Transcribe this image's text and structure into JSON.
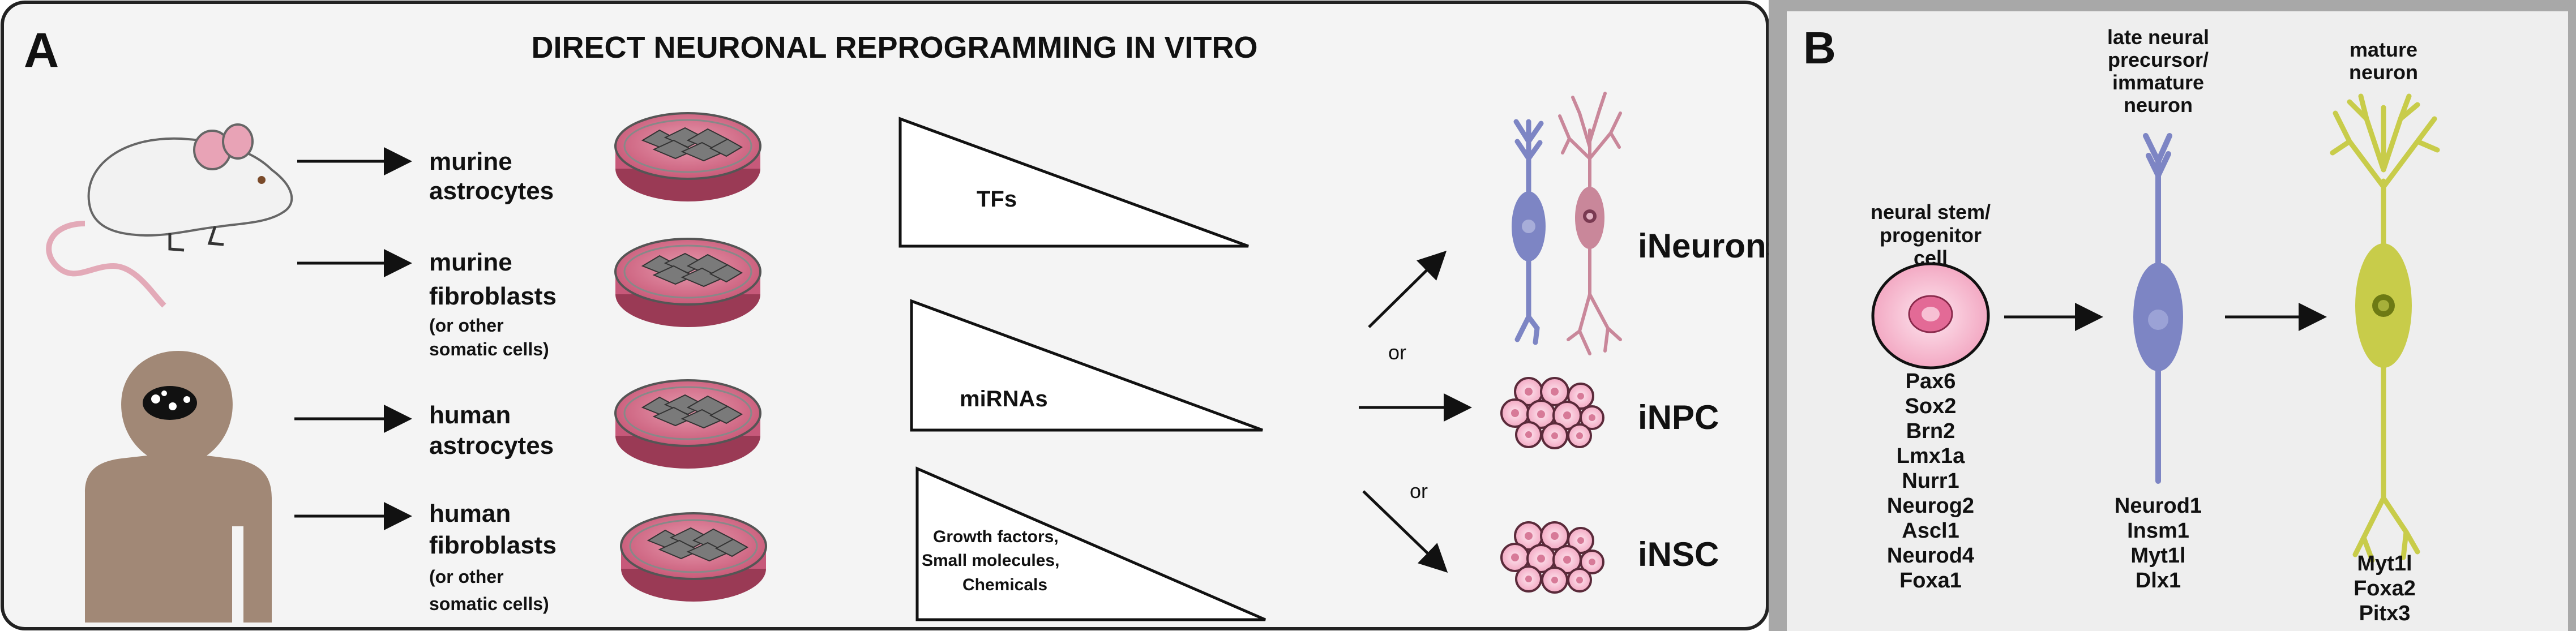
{
  "panel_a": {
    "letter": "A",
    "title": "DIRECT NEURONAL REPROGRAMMING IN VITRO",
    "sources": [
      {
        "line1": "murine",
        "line2": "astrocytes",
        "line3": "",
        "line4": ""
      },
      {
        "line1": "murine",
        "line2": "fibroblasts",
        "line3": "(or other",
        "line4": "somatic cells)"
      },
      {
        "line1": "human",
        "line2": "astrocytes",
        "line3": "",
        "line4": ""
      },
      {
        "line1": "human",
        "line2": "fibroblasts",
        "line3": "(or other",
        "line4": "somatic cells)"
      }
    ],
    "factors": {
      "tfs": "TFs",
      "mirnas": "miRNAs",
      "growth_line1": "Growth factors,",
      "growth_line2": "Small molecules,",
      "growth_line3": "Chemicals"
    },
    "or_top": "or",
    "or_bottom": "or",
    "outcomes": {
      "ineurons": "iNeurons",
      "inpc": "iNPC",
      "insc": "iNSC"
    }
  },
  "panel_b": {
    "letter": "B",
    "stage1": {
      "l1": "neural stem/",
      "l2": "progenitor",
      "l3": "cell"
    },
    "stage2": {
      "l1": "late neural",
      "l2": "precursor/",
      "l3": "immature",
      "l4": "neuron"
    },
    "stage3": {
      "l1": "mature",
      "l2": "neuron"
    },
    "stage1_genes": [
      "Pax6",
      "Sox2",
      "Brn2",
      "Lmx1a",
      "Nurr1",
      "Neurog2",
      "Ascl1",
      "Neurod4",
      "Foxa1"
    ],
    "stage2_genes": [
      "Neurod1",
      "Insm1",
      "Myt1l",
      "Dlx1"
    ],
    "stage3_genes": [
      "Myt1l",
      "Foxa2",
      "Pitx3"
    ]
  },
  "colors": {
    "panel_a_bg": "#f4f4f4",
    "panel_b_bg": "#eeeeee",
    "panel_b_frame": "#a8a8a8",
    "dish": "#d96f8a",
    "blue_neuron": "#7d85c4",
    "pink_neuron": "#c9879a",
    "yellow_neuron": "#c8cc4a",
    "npc_cell": "#f2b7c8",
    "human_silhouette": "#a18876"
  },
  "icons": [
    "mouse-icon",
    "human-silhouette-icon",
    "petri-dish-icon",
    "neuron-icon",
    "cell-cluster-icon"
  ]
}
